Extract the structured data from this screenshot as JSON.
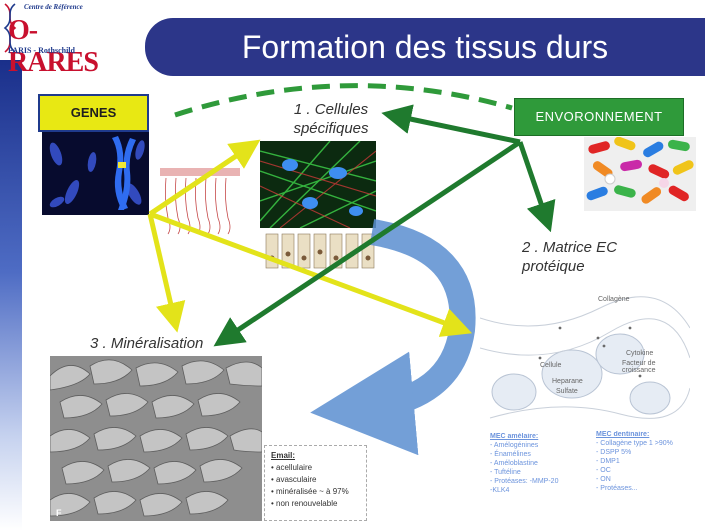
{
  "logo": {
    "subtitle": "Centre de Référence",
    "name": "O-RARES",
    "city": "PARIS - Rothschild"
  },
  "title": "Formation des tissus durs",
  "genes_label": "GENES",
  "environment_label": "ENVORONNEMENT",
  "steps": {
    "step1_line1": "1 . Cellules",
    "step1_line2": "spécifiques",
    "step2_line1": "2 . Matrice EC",
    "step2_line2": "protéique",
    "step3": "3 . Minéralisation"
  },
  "matrix_labels": {
    "collagen": "Collagène",
    "cytokine": "Cytokine",
    "growth_factor": "Facteur de croissance",
    "cell": "Cellule",
    "heparan": "Heparane",
    "sulfate": "Sulfate"
  },
  "email": {
    "title": "Email:",
    "items": [
      "acellulaire",
      "avasculaire",
      "minéralisée ~ à 97%",
      "non renouvelable"
    ]
  },
  "mec_amelaire": {
    "title": "MEC amélaire:",
    "lines": [
      "- Amélogénines",
      "- Énamélines",
      "- Améloblastine",
      "- Tuftéline",
      "- Protéases: -MMP-20",
      "-KLK4"
    ]
  },
  "mec_dentinaire": {
    "title": "MEC dentinaire:",
    "lines": [
      "- Collagène type 1 >90%",
      "- DSPP 5%",
      "- DMP1",
      "- OC",
      "- ON",
      "- Protéases..."
    ]
  },
  "scale_label": "F",
  "colors": {
    "title_bar": "#2c3689",
    "genes_fill": "#e8e813",
    "env_fill": "#2f9a3a",
    "yellow_arrow": "#e3e31a",
    "green_arrow": "#1f7a2e",
    "cycle_arrow": "#5b8fd1"
  },
  "icons": [
    "dna-icon",
    "chromosome-image",
    "cells-image",
    "pills-image",
    "enamel-sem-image"
  ]
}
